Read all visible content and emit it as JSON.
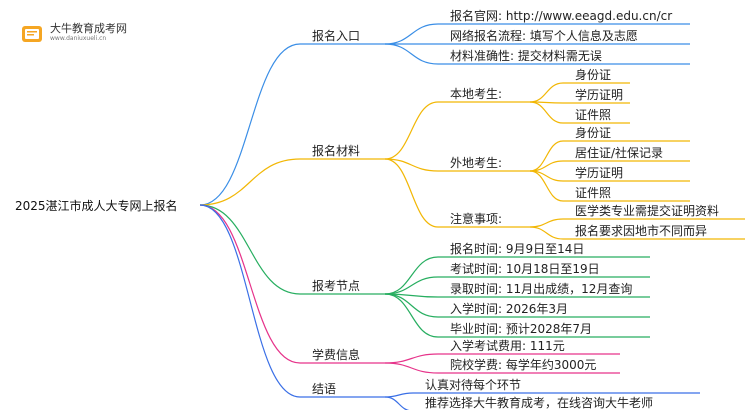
{
  "logo": {
    "name": "大牛教育成考网",
    "url": "www.daniuxueli.cn"
  },
  "root": "2025湛江市成人大专网上报名",
  "branches": [
    {
      "label": "报名入口",
      "color": "#3a8ee6",
      "items": [
        "报名官网: http://www.eeagd.edu.cn/cr",
        "网络报名流程: 填写个人信息及志愿",
        "材料准确性: 提交材料需无误"
      ]
    },
    {
      "label": "报名材料",
      "color": "#f2b705",
      "groups": [
        {
          "label": "本地考生:",
          "items": [
            "身份证",
            "学历证明",
            "证件照"
          ]
        },
        {
          "label": "外地考生:",
          "items": [
            "身份证",
            "居住证/社保记录",
            "学历证明",
            "证件照"
          ]
        },
        {
          "label": "注意事项:",
          "items": [
            "医学类专业需提交证明资料",
            "报名要求因地市不同而异"
          ]
        }
      ]
    },
    {
      "label": "报考节点",
      "color": "#27ae60",
      "items": [
        "报名时间: 9月9日至14日",
        "考试时间: 10月18日至19日",
        "录取时间: 11月出成绩，12月查询",
        "入学时间: 2026年3月",
        "毕业时间: 预计2028年7月"
      ]
    },
    {
      "label": "学费信息",
      "color": "#e6338a",
      "items": [
        "入学考试费用: 111元",
        "院校学费: 每学年约3000元"
      ]
    },
    {
      "label": "结语",
      "color": "#3a6fe6",
      "items": [
        "认真对待每个环节",
        "推荐选择大牛教育成考，在线咨询大牛老师"
      ]
    }
  ]
}
